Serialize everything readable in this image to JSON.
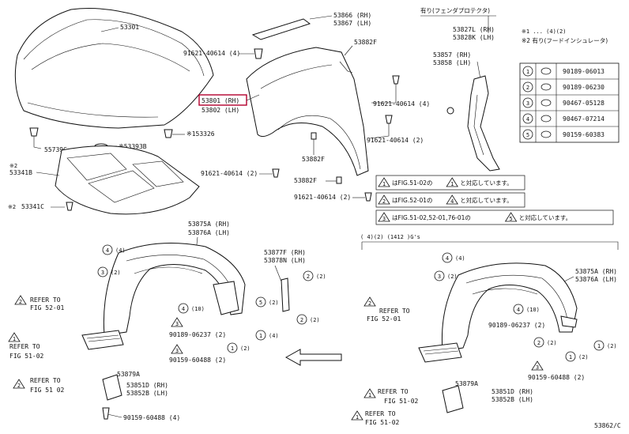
{
  "hood": {
    "part": "53301",
    "insulator": "53341B",
    "note_mark": "※2",
    "clip": "53341C",
    "clip_note": "※2",
    "grommet": "55739G",
    "seal": "※53393B"
  },
  "fender": {
    "part_rh": "53801 (RH)",
    "part_lh": "53802 (LH)",
    "seal_rh": "53866 (RH)",
    "seal_lh": "53867 (LH)",
    "bolt_a": "91621-40614 (4)",
    "bolt_b": "91621-40614 (4)",
    "bolt_c": "91621-40614 (2)",
    "bolt_d": "91621-40614 (2)",
    "bolt_e": "91621-40614 (2)",
    "pad_a": "53882F",
    "pad_b": "53882F",
    "pad_c": "53882F",
    "clip_326": "※153326"
  },
  "protector": {
    "title": "有り(フェンダプロテクタ)",
    "part_rh": "53827L (RH)",
    "part_lh": "53828K (LH)",
    "seal_rh": "53857 (RH)",
    "seal_lh": "53858 (LH)"
  },
  "legend_notes": {
    "n1": "※1 ... (4)(2)",
    "n2": "※2 有り(フードインシュレータ)"
  },
  "fastener_table": [
    {
      "no": "1",
      "part": "90189-06013"
    },
    {
      "no": "2",
      "part": "90189-06230"
    },
    {
      "no": "3",
      "part": "90467-05128"
    },
    {
      "no": "4",
      "part": "90467-07214"
    },
    {
      "no": "5",
      "part": "90159-60383"
    }
  ],
  "warnings": [
    {
      "mark": "1",
      "text": "はFIG.51-02の",
      "mark2": "1",
      "text2": "と対応しています。"
    },
    {
      "mark": "2",
      "text": "はFIG.52-01の",
      "mark2": "4",
      "text2": "と対応しています。"
    },
    {
      "mark": "3",
      "text": "はFIG.51-02,52-01,76-01の",
      "mark2": "5",
      "text2": "と対応しています。"
    }
  ],
  "variant_note": "(  4)(2) (1412    )G's",
  "left_liner": {
    "part_rh": "53875A (RH)",
    "part_lh": "53876A (LH)",
    "shield_rh": "53877F (RH)",
    "shield_lh": "53878N (LH)",
    "side_rh": "53851D (RH)",
    "side_lh": "53852B (LH)",
    "cover": "53879A",
    "bolt_1": "90189-06237 (2)",
    "bolt_2": "90159-60488 (2)",
    "bolt_3": "90159-60488 (4)",
    "refs": [
      "REFER TO",
      "FIG 52-01",
      "REFER TO",
      "FIG 51-02",
      "REFER TO",
      "FIG 51 02"
    ],
    "counts": [
      "(4)",
      "(2)",
      "(10)",
      "(2)",
      "(2)",
      "(2)",
      "(4)",
      "(2)"
    ]
  },
  "right_liner": {
    "part_rh": "53875A (RH)",
    "part_lh": "53876A (LH)",
    "side_rh": "53851D (RH)",
    "side_lh": "53852B (LH)",
    "cover": "53879A",
    "bolt_1": "90189-06237 (2)",
    "bolt_2": "90159-60488 (2)",
    "refs": [
      "REFER TO",
      "FIG 52-01",
      "REFER TO",
      "FIG 51-02",
      "REFER TO",
      "FIG 51-02"
    ],
    "counts": [
      "(4)",
      "(2)",
      "(10)",
      "(2)",
      "(2)",
      "(2)"
    ]
  },
  "figure_code": "53862/C"
}
